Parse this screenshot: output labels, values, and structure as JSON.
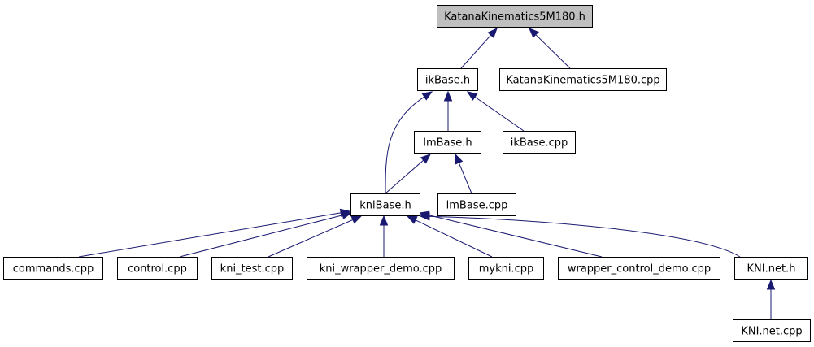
{
  "colors": {
    "edge": "#191970",
    "node_border": "#000000",
    "root_fill": "#bfbfbf",
    "node_fill": "#ffffff",
    "text": "#000000"
  },
  "nodes": {
    "katana_h": "KatanaKinematics5M180.h",
    "ikbase_h": "ikBase.h",
    "katana_cpp": "KatanaKinematics5M180.cpp",
    "lmbase_h": "lmBase.h",
    "ikbase_cpp": "ikBase.cpp",
    "knibase_h": "kniBase.h",
    "lmbase_cpp": "lmBase.cpp",
    "commands_cpp": "commands.cpp",
    "control_cpp": "control.cpp",
    "kni_test_cpp": "kni_test.cpp",
    "kni_wrapper_demo_cpp": "kni_wrapper_demo.cpp",
    "mykni_cpp": "mykni.cpp",
    "wrapper_control_demo_cpp": "wrapper_control_demo.cpp",
    "kni_net_h": "KNI.net.h",
    "kni_net_cpp": "KNI.net.cpp"
  },
  "root_node": "katana_h",
  "edges": [
    {
      "from": "ikbase_h",
      "to": "katana_h"
    },
    {
      "from": "katana_cpp",
      "to": "katana_h"
    },
    {
      "from": "lmbase_h",
      "to": "ikbase_h"
    },
    {
      "from": "ikbase_cpp",
      "to": "ikbase_h"
    },
    {
      "from": "knibase_h",
      "to": "ikbase_h"
    },
    {
      "from": "knibase_h",
      "to": "lmbase_h"
    },
    {
      "from": "lmbase_cpp",
      "to": "lmbase_h"
    },
    {
      "from": "commands_cpp",
      "to": "knibase_h"
    },
    {
      "from": "control_cpp",
      "to": "knibase_h"
    },
    {
      "from": "kni_test_cpp",
      "to": "knibase_h"
    },
    {
      "from": "kni_wrapper_demo_cpp",
      "to": "knibase_h"
    },
    {
      "from": "mykni_cpp",
      "to": "knibase_h"
    },
    {
      "from": "wrapper_control_demo_cpp",
      "to": "knibase_h"
    },
    {
      "from": "kni_net_h",
      "to": "knibase_h"
    },
    {
      "from": "kni_net_cpp",
      "to": "kni_net_h"
    }
  ]
}
